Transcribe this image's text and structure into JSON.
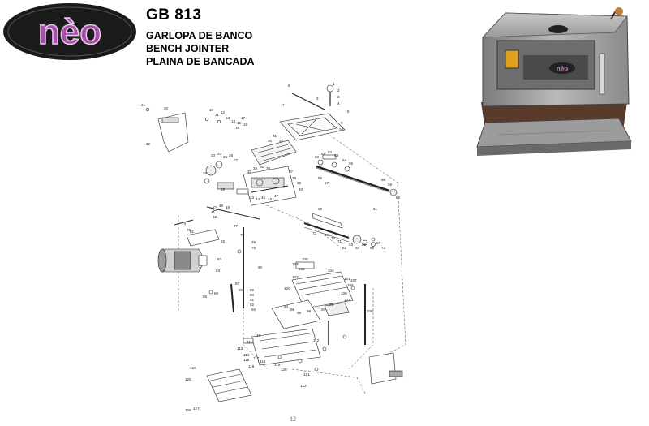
{
  "brand": {
    "logo_text": "nèo",
    "colors": {
      "logo_fill": "#8a3e8f",
      "logo_bg": "#1a1a1a"
    }
  },
  "header": {
    "model": "GB 813",
    "line1": "GARLOPA DE BANCO",
    "line2": "BENCH JOINTER",
    "line3": "PLAINA DE BANCADA"
  },
  "photo": {
    "badge_text": "nèo"
  },
  "diagram": {
    "part_labels": [
      "1",
      "2",
      "3",
      "4",
      "5",
      "6",
      "7",
      "8",
      "9",
      "10",
      "11",
      "12",
      "13",
      "14",
      "15",
      "16",
      "17",
      "18",
      "19",
      "20",
      "21",
      "22",
      "23",
      "24",
      "25",
      "26",
      "27",
      "28",
      "29",
      "30",
      "31",
      "32",
      "33",
      "34",
      "35",
      "36",
      "37",
      "38",
      "39",
      "40",
      "41",
      "42",
      "43",
      "44",
      "45",
      "46",
      "47",
      "48",
      "49",
      "50",
      "51",
      "52",
      "53",
      "54",
      "55",
      "56",
      "57",
      "58",
      "59",
      "60",
      "61",
      "62",
      "63",
      "64",
      "65",
      "66",
      "67",
      "68",
      "69",
      "70",
      "71",
      "72",
      "73",
      "74",
      "75",
      "76",
      "77",
      "78",
      "79",
      "80",
      "81",
      "82",
      "83",
      "84",
      "85",
      "86",
      "87",
      "88",
      "89",
      "90",
      "91",
      "92",
      "93",
      "94",
      "95",
      "96",
      "97",
      "98",
      "99",
      "100",
      "101",
      "102",
      "103",
      "104",
      "105",
      "106",
      "107",
      "108",
      "109",
      "110",
      "111",
      "112",
      "113",
      "114",
      "115",
      "116",
      "117",
      "118",
      "119",
      "120",
      "121",
      "122",
      "123",
      "124",
      "125",
      "126",
      "127",
      "128"
    ]
  },
  "footer": {
    "page": "12"
  }
}
